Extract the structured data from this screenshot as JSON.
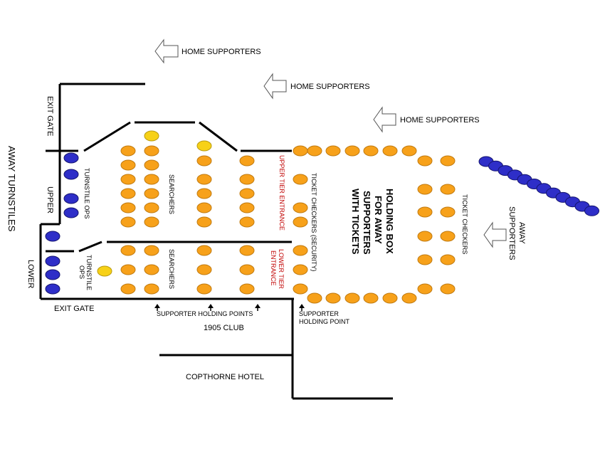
{
  "labels": {
    "home_supporters_1": "HOME SUPPORTERS",
    "home_supporters_2": "HOME SUPPORTERS",
    "home_supporters_3": "HOME SUPPORTERS",
    "exit_gate_top": "EXIT GATE",
    "away_turnstiles": "AWAY TURNSTILES",
    "upper": "UPPER",
    "lower": "LOWER",
    "turnstile_ops_upper": "TURNSTILE OPS",
    "turnstile_ops_lower_1": "TURNSTILE",
    "turnstile_ops_lower_2": "OPS",
    "searchers_upper": "SEARCHERS",
    "searchers_lower": "SEARCHERS",
    "upper_tier_entrance": "UPPER TIER ENTRANCE",
    "lower_tier_entrance_1": "LOWER TIER",
    "lower_tier_entrance_2": "ENTRANCE",
    "ticket_checkers_security": "TICKET CHECKERS (SECURITY)",
    "holding_box_1": "HOLDING BOX",
    "holding_box_2": "FOR AWAY",
    "holding_box_3": "SUPPORTERS",
    "holding_box_4": "WITH TICKETS",
    "ticket_checkers_right": "TICKET CHECKERS",
    "away_supporters_1": "AWAY",
    "away_supporters_2": "SUPPORTERS",
    "exit_gate_bottom": "EXIT GATE",
    "supporter_holding_points": "SUPPORTER HOLDING POINTS",
    "supporter_holding_point_1": "SUPPORTER",
    "supporter_holding_point_2": "HOLDING POINT",
    "club_1905": "1905 CLUB",
    "copthorne_hotel": "COPTHORNE HOTEL"
  },
  "legend_colors": {
    "steward": "#F7A11A",
    "steward_stroke": "#C07A10",
    "supervisor": "#F7D117",
    "supervisor_stroke": "#B89A10",
    "police_turnstile": "#2E2EC8",
    "police_stroke": "#14146E",
    "wall": "#000000"
  }
}
